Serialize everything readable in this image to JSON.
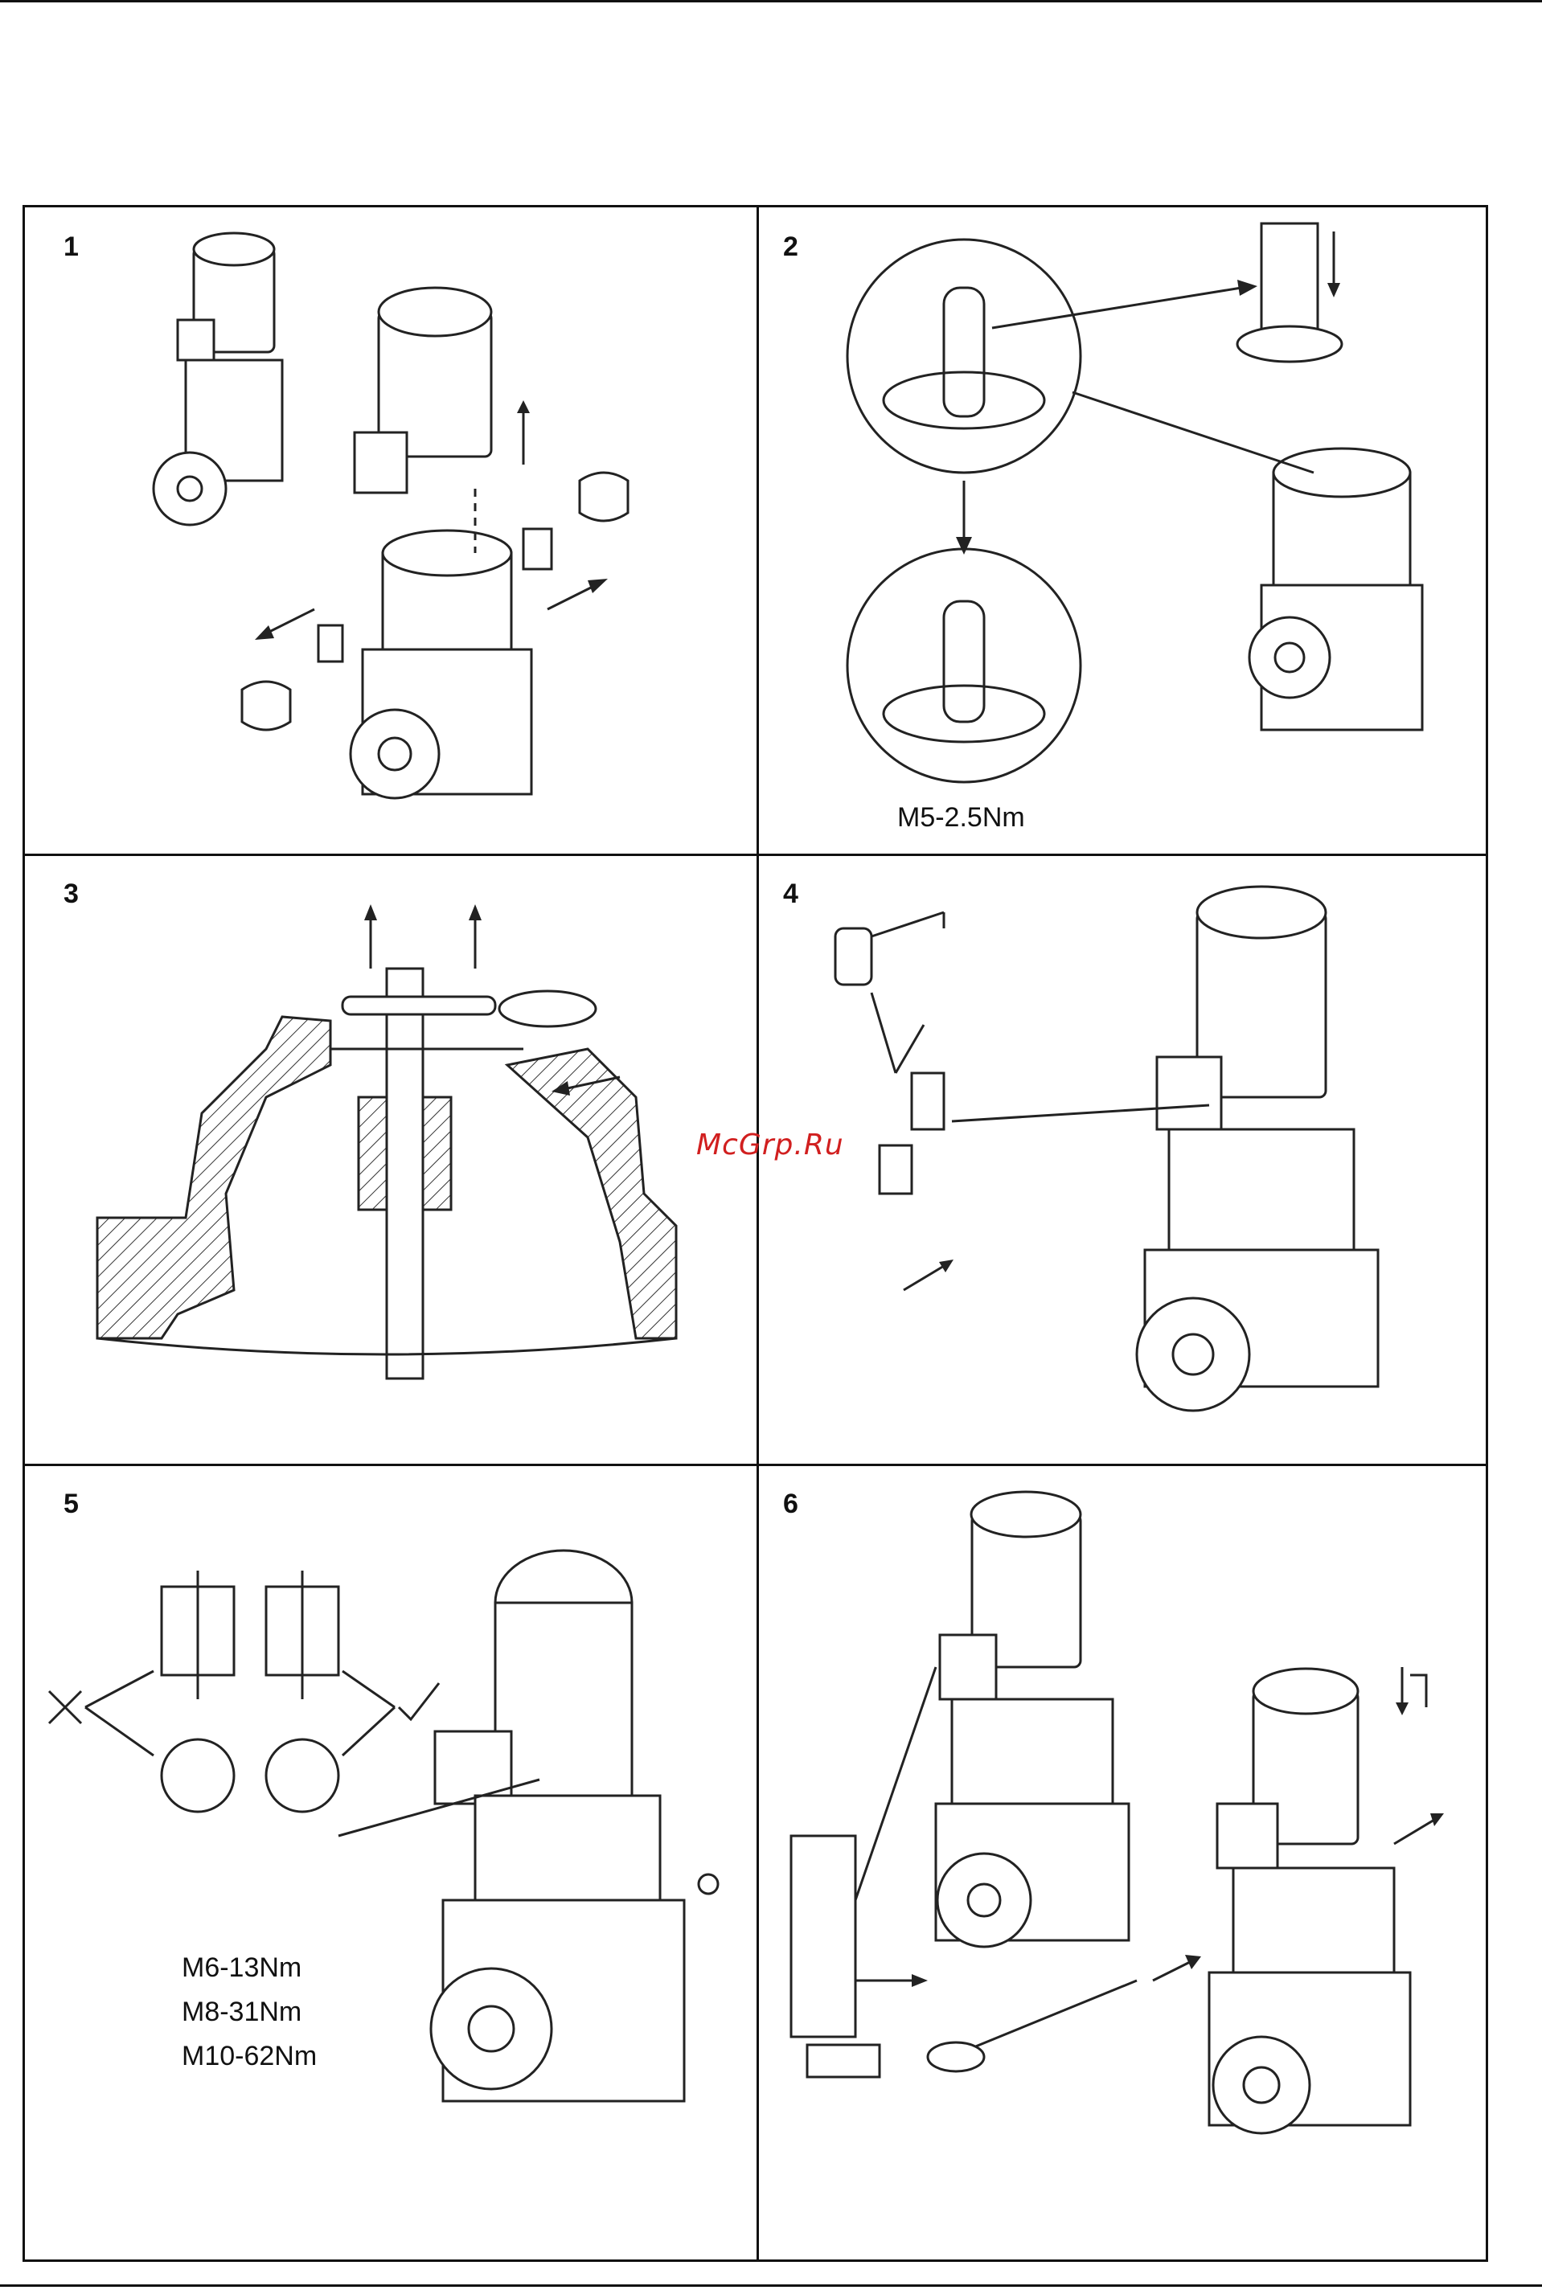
{
  "panels": [
    {
      "number": "1"
    },
    {
      "number": "2",
      "torque": "M5-2.5Nm"
    },
    {
      "number": "3"
    },
    {
      "number": "4"
    },
    {
      "number": "5",
      "torque_lines": [
        "M6-13Nm",
        "M8-31Nm",
        "M10-62Nm"
      ]
    },
    {
      "number": "6"
    }
  ],
  "watermark": "McGrp.Ru",
  "icons": {
    "wrong_mark": "cross-icon",
    "right_mark": "check-icon"
  }
}
